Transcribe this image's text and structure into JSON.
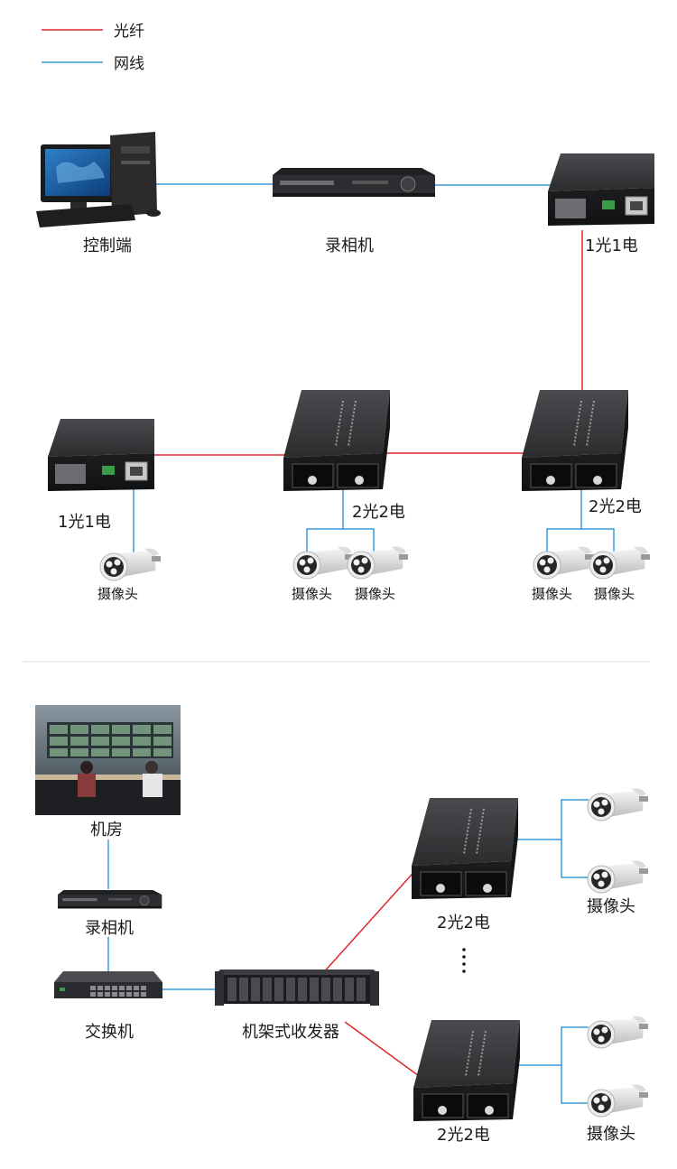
{
  "legend": [
    {
      "label": "光纤",
      "color": "#e0262b"
    },
    {
      "label": "网线",
      "color": "#3a9ad9"
    }
  ],
  "colors": {
    "fiber": "#e0262b",
    "cable": "#3a9ad9",
    "device": "#2a2b2d",
    "divider": "#d8d8d8"
  },
  "top_section": {
    "control": "控制端",
    "recorder": "录相机",
    "converter_1": "1光1电",
    "converter_2": "1光1电",
    "converter_mid": "2光2电",
    "converter_right": "2光2电",
    "camera": "摄像头"
  },
  "bottom_section": {
    "room": "机房",
    "recorder": "录相机",
    "switch": "交换机",
    "rack": "机架式收发器",
    "converter_top": "2光2电",
    "converter_bottom": "2光2电",
    "camera_top": "摄像头",
    "camera_bottom": "摄像头"
  }
}
